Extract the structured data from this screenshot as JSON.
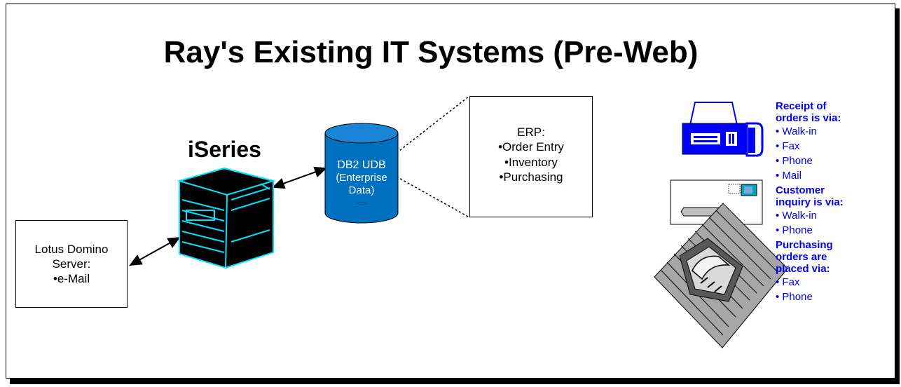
{
  "title": "Ray's Existing IT Systems (Pre-Web)",
  "iseries": {
    "label": "iSeries"
  },
  "lotus": {
    "line1": "Lotus Domino",
    "line2": "Server:",
    "line3": "•e-Mail"
  },
  "db": {
    "line1": "DB2 UDB",
    "line2": "(Enterprise",
    "line3": "Data)"
  },
  "erp": {
    "line1": "ERP:",
    "line2": "•Order Entry",
    "line3": "•Inventory",
    "line4": "•Purchasing"
  },
  "receipt": {
    "heading1": "Receipt of",
    "heading2": "orders is via:",
    "items": [
      "• Walk-in",
      "• Fax",
      "• Phone",
      "• Mail"
    ]
  },
  "inquiry": {
    "heading1": "Customer",
    "heading2": "inquiry is via:",
    "items": [
      "• Walk-in",
      "• Phone"
    ]
  },
  "purchasing": {
    "heading1": "Purchasing",
    "heading2": "orders are",
    "heading3": "placed via:",
    "items": [
      "• Fax",
      "• Phone"
    ]
  },
  "colors": {
    "db_fill": "#0070c0",
    "server_outline": "#00e5ff",
    "right_text": "#0000ee",
    "fax_blue": "#0000ff"
  }
}
